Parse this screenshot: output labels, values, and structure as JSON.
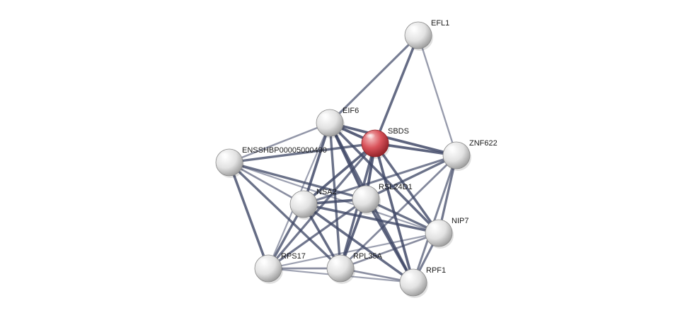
{
  "network": {
    "query_color": "#d9535b",
    "node_color": "#e4e4e4",
    "edge_color": "#3f4766",
    "nodes": [
      {
        "id": "EFL1",
        "label": "EFL1",
        "query": false
      },
      {
        "id": "EIF6",
        "label": "EIF6",
        "query": false
      },
      {
        "id": "SBDS",
        "label": "SBDS",
        "query": true
      },
      {
        "id": "ZNF622",
        "label": "ZNF622",
        "query": false
      },
      {
        "id": "ENSSHBP00005000490",
        "label": "ENSSHBP00005000490",
        "query": false
      },
      {
        "id": "NSA2",
        "label": "NSA2",
        "query": false
      },
      {
        "id": "RSL24D1",
        "label": "RSL24D1",
        "query": false
      },
      {
        "id": "NIP7",
        "label": "NIP7",
        "query": false
      },
      {
        "id": "RPS17",
        "label": "RPS17",
        "query": false
      },
      {
        "id": "RPL35A",
        "label": "RPL35A",
        "query": false
      },
      {
        "id": "RPF1",
        "label": "RPF1",
        "query": false
      }
    ],
    "edges": [
      {
        "source": "EFL1",
        "target": "EIF6",
        "strength": 0.7
      },
      {
        "source": "EFL1",
        "target": "SBDS",
        "strength": 0.85
      },
      {
        "source": "EFL1",
        "target": "ZNF622",
        "strength": 0.45
      },
      {
        "source": "EIF6",
        "target": "SBDS",
        "strength": 0.95
      },
      {
        "source": "EIF6",
        "target": "ZNF622",
        "strength": 0.9
      },
      {
        "source": "EIF6",
        "target": "ENSSHBP00005000490",
        "strength": 0.5
      },
      {
        "source": "EIF6",
        "target": "NSA2",
        "strength": 0.9
      },
      {
        "source": "EIF6",
        "target": "RSL24D1",
        "strength": 0.95
      },
      {
        "source": "EIF6",
        "target": "NIP7",
        "strength": 0.85
      },
      {
        "source": "EIF6",
        "target": "RPS17",
        "strength": 0.4
      },
      {
        "source": "EIF6",
        "target": "RPL35A",
        "strength": 0.8
      },
      {
        "source": "EIF6",
        "target": "RPF1",
        "strength": 0.85
      },
      {
        "source": "SBDS",
        "target": "ZNF622",
        "strength": 0.9
      },
      {
        "source": "SBDS",
        "target": "ENSSHBP00005000490",
        "strength": 0.8
      },
      {
        "source": "SBDS",
        "target": "NSA2",
        "strength": 0.9
      },
      {
        "source": "SBDS",
        "target": "RSL24D1",
        "strength": 0.95
      },
      {
        "source": "SBDS",
        "target": "NIP7",
        "strength": 0.85
      },
      {
        "source": "SBDS",
        "target": "RPS17",
        "strength": 0.75
      },
      {
        "source": "SBDS",
        "target": "RPL35A",
        "strength": 0.85
      },
      {
        "source": "SBDS",
        "target": "RPF1",
        "strength": 0.9
      },
      {
        "source": "ZNF622",
        "target": "NSA2",
        "strength": 0.7
      },
      {
        "source": "ZNF622",
        "target": "RSL24D1",
        "strength": 0.8
      },
      {
        "source": "ZNF622",
        "target": "NIP7",
        "strength": 0.75
      },
      {
        "source": "ZNF622",
        "target": "RPL35A",
        "strength": 0.6
      },
      {
        "source": "ZNF622",
        "target": "RPF1",
        "strength": 0.65
      },
      {
        "source": "ENSSHBP00005000490",
        "target": "NSA2",
        "strength": 0.55
      },
      {
        "source": "ENSSHBP00005000490",
        "target": "RSL24D1",
        "strength": 0.8
      },
      {
        "source": "ENSSHBP00005000490",
        "target": "RPS17",
        "strength": 0.85
      },
      {
        "source": "ENSSHBP00005000490",
        "target": "RPL35A",
        "strength": 0.8
      },
      {
        "source": "ENSSHBP00005000490",
        "target": "NIP7",
        "strength": 0.4
      },
      {
        "source": "NSA2",
        "target": "RSL24D1",
        "strength": 0.9
      },
      {
        "source": "NSA2",
        "target": "NIP7",
        "strength": 0.85
      },
      {
        "source": "NSA2",
        "target": "RPS17",
        "strength": 0.8
      },
      {
        "source": "NSA2",
        "target": "RPL35A",
        "strength": 0.85
      },
      {
        "source": "NSA2",
        "target": "RPF1",
        "strength": 0.85
      },
      {
        "source": "RSL24D1",
        "target": "NIP7",
        "strength": 0.8
      },
      {
        "source": "RSL24D1",
        "target": "RPS17",
        "strength": 0.75
      },
      {
        "source": "RSL24D1",
        "target": "RPL35A",
        "strength": 0.9
      },
      {
        "source": "RSL24D1",
        "target": "RPF1",
        "strength": 0.9
      },
      {
        "source": "NIP7",
        "target": "RPF1",
        "strength": 0.7
      },
      {
        "source": "NIP7",
        "target": "RPL35A",
        "strength": 0.55
      },
      {
        "source": "NIP7",
        "target": "RPS17",
        "strength": 0.4
      },
      {
        "source": "RPS17",
        "target": "RPL35A",
        "strength": 0.55
      },
      {
        "source": "RPS17",
        "target": "RPF1",
        "strength": 0.4
      },
      {
        "source": "RPL35A",
        "target": "RPF1",
        "strength": 0.55
      }
    ]
  }
}
